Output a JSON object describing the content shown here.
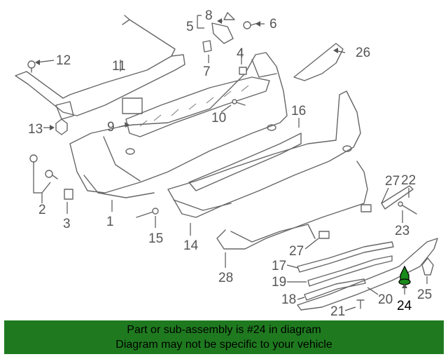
{
  "diagram": {
    "highlight_color": "#1a8a1a",
    "callouts": [
      {
        "id": "1",
        "text": "1"
      },
      {
        "id": "2",
        "text": "2"
      },
      {
        "id": "3",
        "text": "3"
      },
      {
        "id": "4",
        "text": "4"
      },
      {
        "id": "5",
        "text": "5"
      },
      {
        "id": "6",
        "text": "6"
      },
      {
        "id": "7",
        "text": "7"
      },
      {
        "id": "8",
        "text": "8"
      },
      {
        "id": "9",
        "text": "9"
      },
      {
        "id": "10",
        "text": "10"
      },
      {
        "id": "11",
        "text": "11"
      },
      {
        "id": "12",
        "text": "12"
      },
      {
        "id": "13",
        "text": "13"
      },
      {
        "id": "14",
        "text": "14"
      },
      {
        "id": "15",
        "text": "15"
      },
      {
        "id": "16",
        "text": "16"
      },
      {
        "id": "17",
        "text": "17"
      },
      {
        "id": "18",
        "text": "18"
      },
      {
        "id": "19",
        "text": "19"
      },
      {
        "id": "20",
        "text": "20"
      },
      {
        "id": "21",
        "text": "21"
      },
      {
        "id": "22",
        "text": "22"
      },
      {
        "id": "23",
        "text": "23"
      },
      {
        "id": "24",
        "text": "24"
      },
      {
        "id": "25",
        "text": "25"
      },
      {
        "id": "26",
        "text": "26"
      },
      {
        "id": "27a",
        "text": "27"
      },
      {
        "id": "27b",
        "text": "27"
      },
      {
        "id": "28",
        "text": "28"
      }
    ]
  },
  "banner": {
    "background": "#1f7a1f",
    "line1": "Part or sub-assembly is #24 in diagram",
    "line2": "Diagram may not be specific to your vehicle"
  }
}
